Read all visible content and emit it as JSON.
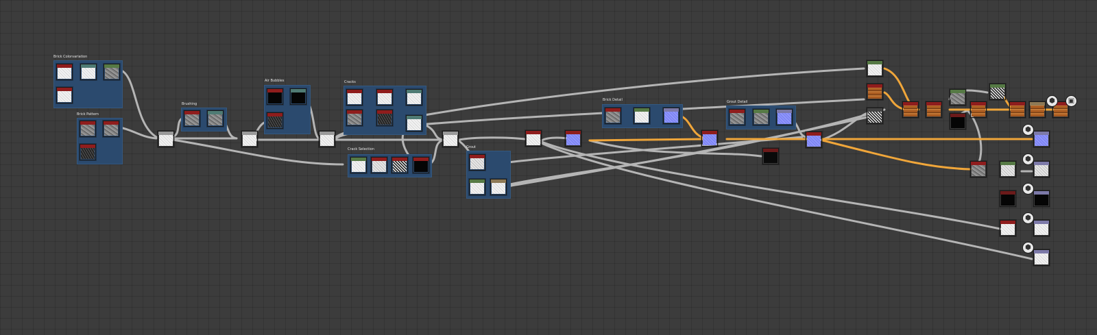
{
  "frames": [
    {
      "id": "brick-colorvariation",
      "title": "Brick Colorvariation"
    },
    {
      "id": "brick-pattern",
      "title": "Brick Pattern"
    },
    {
      "id": "brushing",
      "title": "Brushing"
    },
    {
      "id": "air-bubbles",
      "title": "Air Bubbles"
    },
    {
      "id": "cracks",
      "title": "Cracks"
    },
    {
      "id": "crack-selection",
      "title": "Crack Selection"
    },
    {
      "id": "grout",
      "title": "Grout"
    },
    {
      "id": "brick-detail",
      "title": "Brick Detail"
    },
    {
      "id": "grout-detail",
      "title": "Grout Detail"
    }
  ],
  "output_icons": {
    "cube": "⬢",
    "alt": "▣"
  },
  "colors": {
    "canvas": "#3c3c3c",
    "frame": "#2b4a6e",
    "wire": "#b9b9b9",
    "wire_highlight": "#f0a63a"
  }
}
